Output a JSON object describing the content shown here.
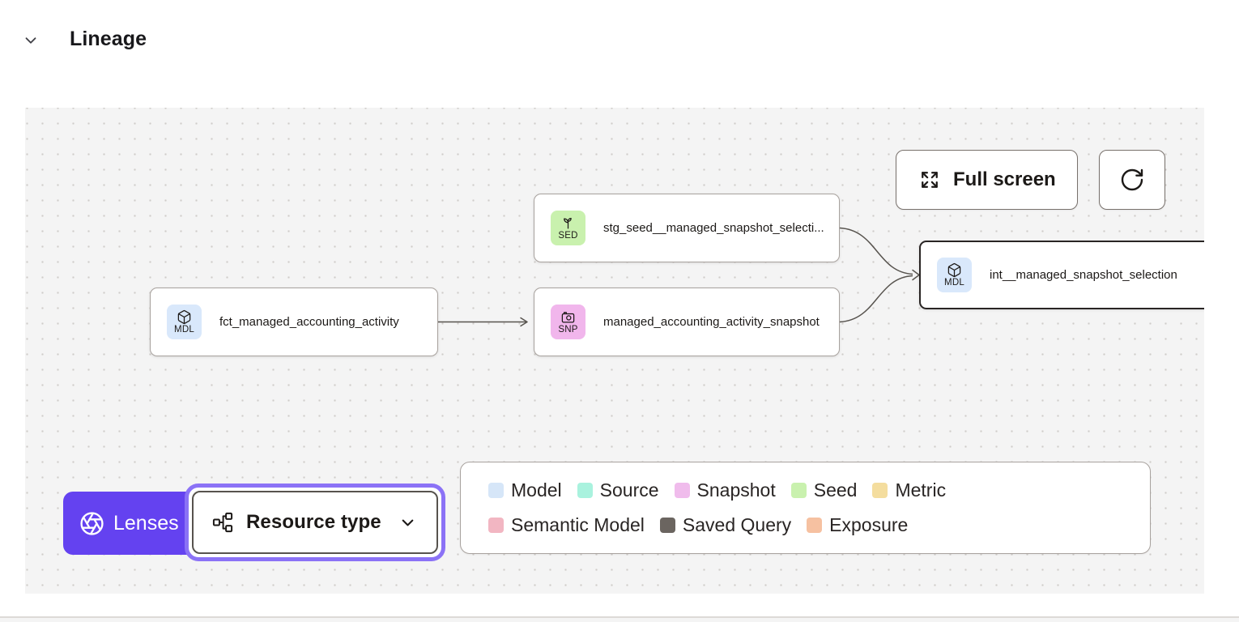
{
  "header": {
    "title": "Lineage"
  },
  "canvas": {
    "toolbar": {
      "full_screen_label": "Full screen"
    },
    "nodes": [
      {
        "badge": "SED",
        "badge_color": "#c9f1ae",
        "type": "seed",
        "label": "stg_seed__managed_snapshot_selecti...",
        "selected": false
      },
      {
        "badge": "MDL",
        "badge_color": "#d9e8fb",
        "type": "model",
        "label": "fct_managed_accounting_activity",
        "selected": false
      },
      {
        "badge": "SNP",
        "badge_color": "#f1b6ec",
        "type": "snapshot",
        "label": "managed_accounting_activity_snapshot",
        "selected": false
      },
      {
        "badge": "MDL",
        "badge_color": "#d9e8fb",
        "type": "model",
        "label": "int__managed_snapshot_selection",
        "selected": true
      }
    ],
    "lenses_button": {
      "label": "Lenses",
      "accent_color": "#6442f0"
    },
    "resource_type_dropdown": {
      "label": "Resource type"
    },
    "legend": {
      "rows": [
        [
          {
            "label": "Model",
            "color": "#d6e6f8"
          },
          {
            "label": "Source",
            "color": "#a9f2de"
          },
          {
            "label": "Snapshot",
            "color": "#f0bcec"
          },
          {
            "label": "Seed",
            "color": "#c9f1ae"
          },
          {
            "label": "Metric",
            "color": "#f4dd9e"
          }
        ],
        [
          {
            "label": "Semantic Model",
            "color": "#f2b6c2"
          },
          {
            "label": "Saved Query",
            "color": "#6b6560"
          },
          {
            "label": "Exposure",
            "color": "#f6c1a1"
          }
        ]
      ]
    }
  }
}
